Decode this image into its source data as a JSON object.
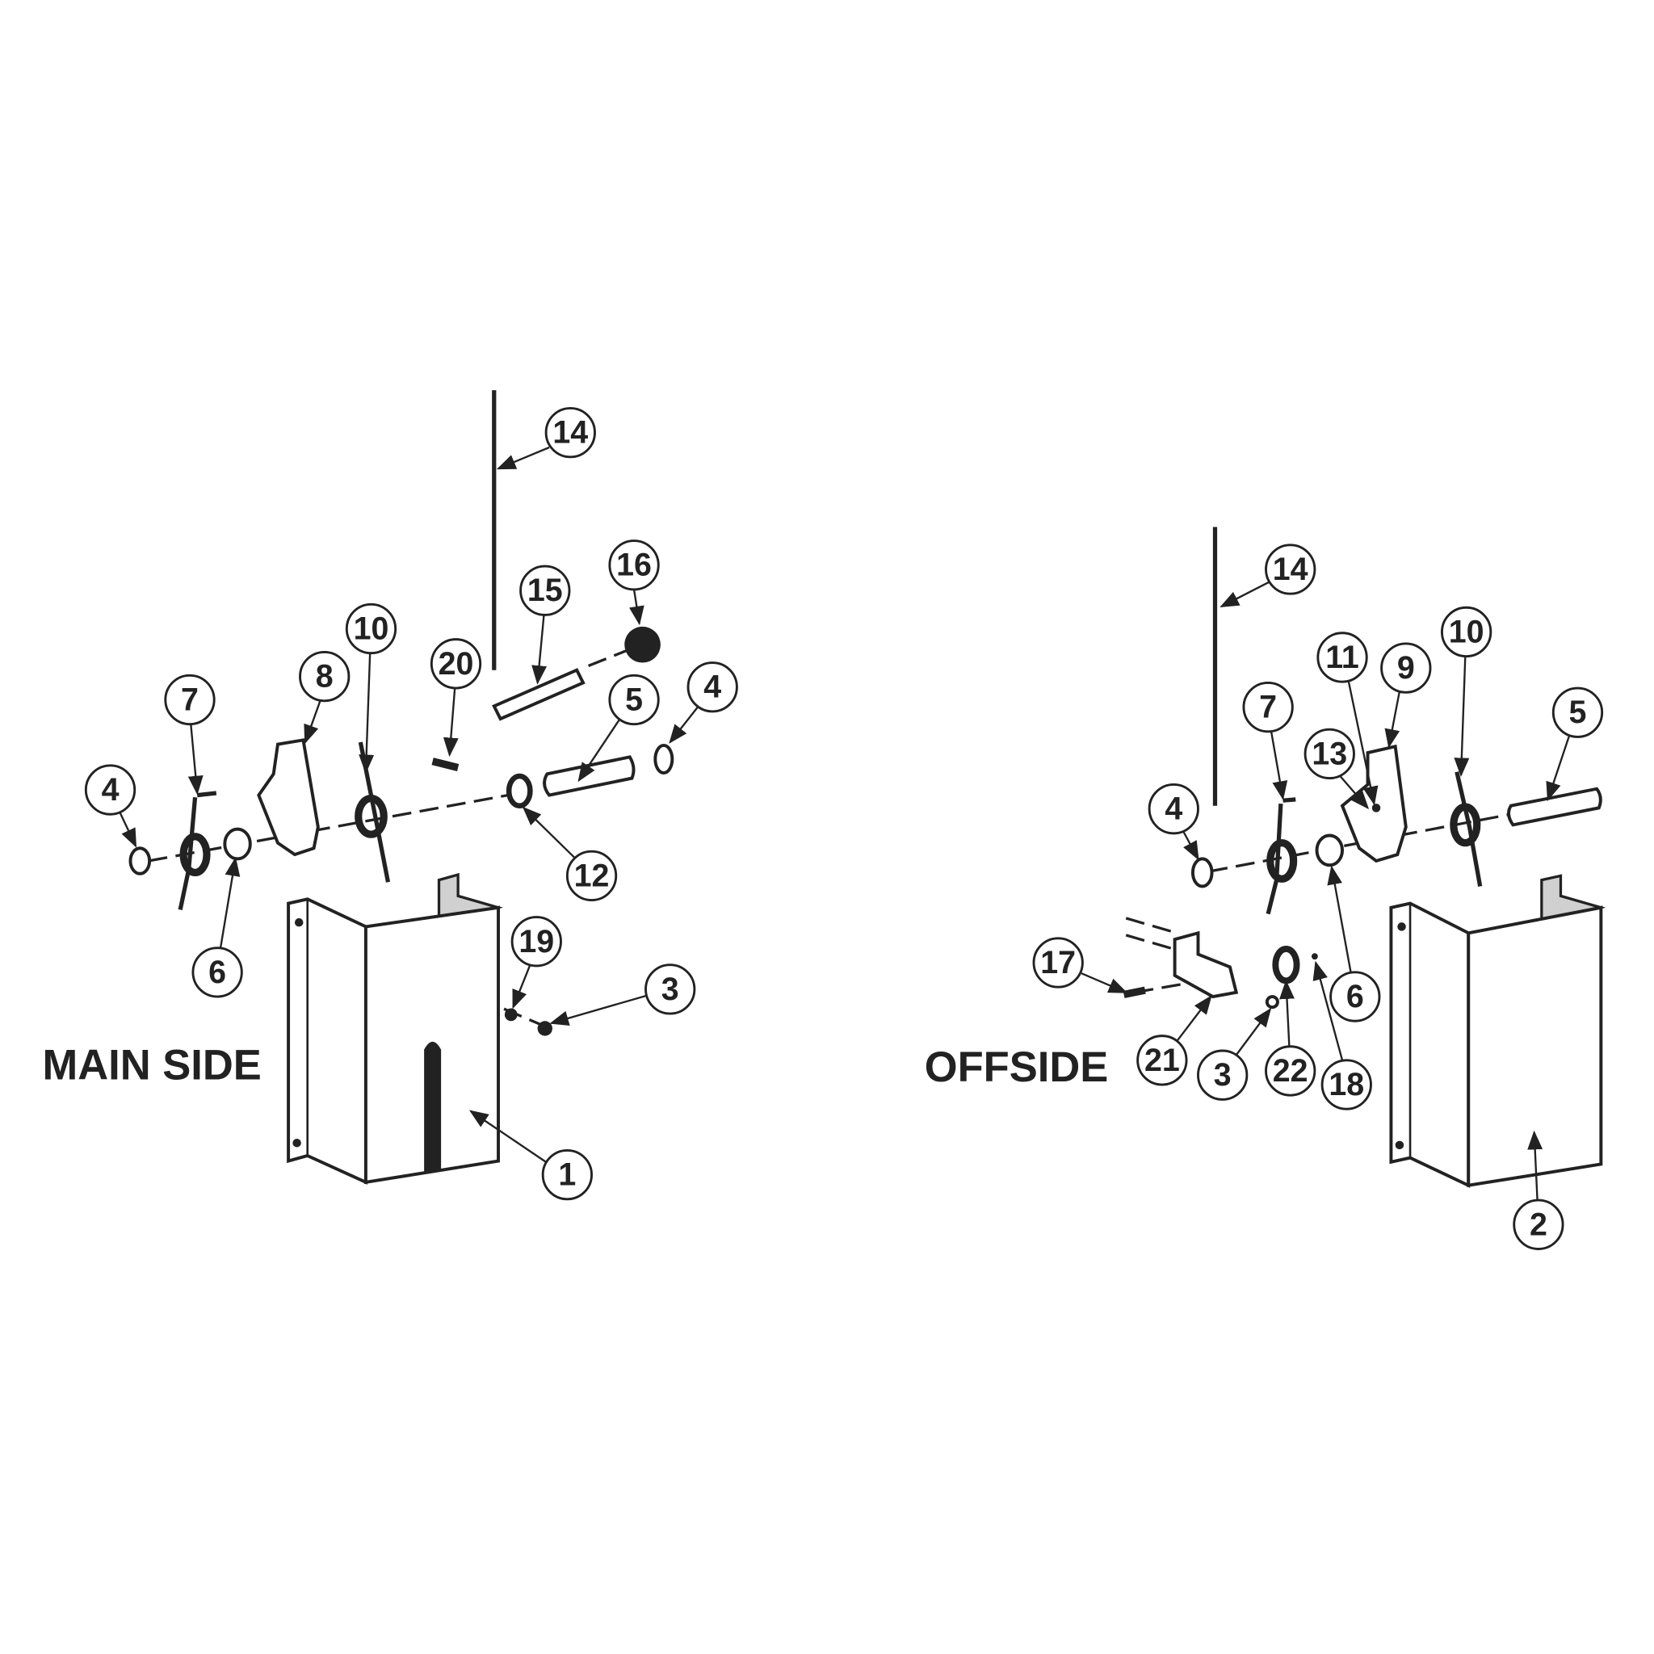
{
  "main_side": {
    "title": "MAIN SIDE",
    "callouts": {
      "rod": "14",
      "ball": "16",
      "pin_15": "15",
      "spring_10": "10",
      "bolt_20": "20",
      "lever_8": "8",
      "pin_5": "5",
      "ring_right": "4",
      "spring_7": "7",
      "ring_left": "4",
      "washer_12": "12",
      "bushing_6": "6",
      "nut_19": "19",
      "screw_3": "3",
      "housing_1": "1"
    }
  },
  "offside": {
    "title": "OFFSIDE",
    "callouts": {
      "rod": "14",
      "spring_10": "10",
      "part_11": "11",
      "lever_9": "9",
      "pin_5": "5",
      "spring_7": "7",
      "part_13": "13",
      "ring_4": "4",
      "bushing_6": "6",
      "screw_17": "17",
      "bracket_21": "21",
      "screw_3": "3",
      "roller_22": "22",
      "pin_18": "18",
      "housing_2": "2"
    }
  }
}
